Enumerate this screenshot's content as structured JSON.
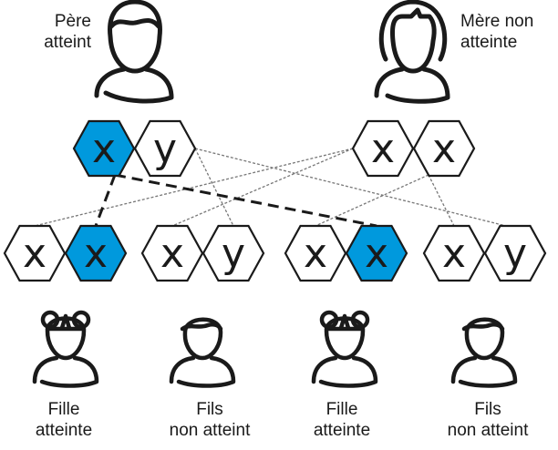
{
  "title": "Transmission héréditaire liée à l'X (dominante) — père atteint, mère non atteinte",
  "colors": {
    "affected": "#0099dd",
    "outline": "#1a1a1a",
    "line": "#777777",
    "dash": "#1a1a1a"
  },
  "parents": {
    "father": {
      "line1": "Père",
      "line2": "atteint",
      "chromosomes": [
        {
          "label": "x",
          "affected": true
        },
        {
          "label": "y",
          "affected": false
        }
      ]
    },
    "mother": {
      "line1": "Mère non",
      "line2": "atteinte",
      "chromosomes": [
        {
          "label": "x",
          "affected": false
        },
        {
          "label": "x",
          "affected": false
        }
      ]
    }
  },
  "children": [
    {
      "line1": "Fille",
      "line2": "atteinte",
      "type": "girl",
      "chromosomes": [
        {
          "label": "x",
          "affected": false
        },
        {
          "label": "x",
          "affected": true
        }
      ]
    },
    {
      "line1": "Fils",
      "line2": "non atteint",
      "type": "boy",
      "chromosomes": [
        {
          "label": "x",
          "affected": false
        },
        {
          "label": "y",
          "affected": false
        }
      ]
    },
    {
      "line1": "Fille",
      "line2": "atteinte",
      "type": "girl",
      "chromosomes": [
        {
          "label": "x",
          "affected": false
        },
        {
          "label": "x",
          "affected": true
        }
      ]
    },
    {
      "line1": "Fils",
      "line2": "non atteint",
      "type": "boy",
      "chromosomes": [
        {
          "label": "x",
          "affected": false
        },
        {
          "label": "y",
          "affected": false
        }
      ]
    }
  ]
}
